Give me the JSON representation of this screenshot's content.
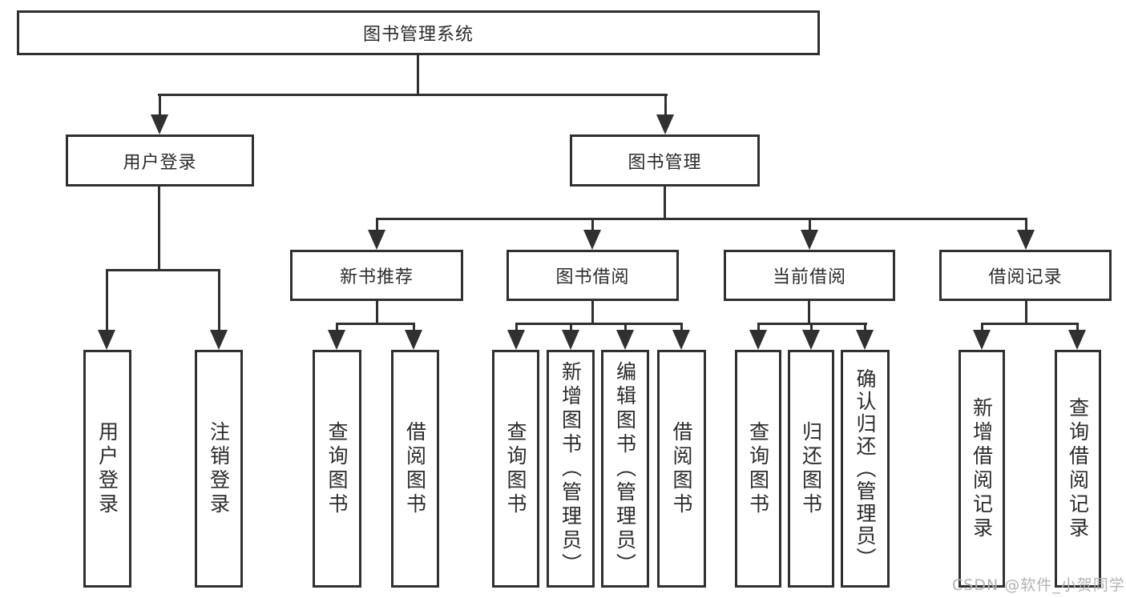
{
  "diagram_title": "图书管理系统",
  "watermark": "CSDN @软件_小贺同学",
  "colors": {
    "background": "#ffffff",
    "line": "#303030",
    "text": "#2b2b2b",
    "watermark": "#b2b2b2"
  },
  "tree": {
    "root": {
      "label": "图书管理系统"
    },
    "children": [
      {
        "label": "用户登录",
        "children": [
          {
            "label": "用户登录"
          },
          {
            "label": "注销登录"
          }
        ]
      },
      {
        "label": "图书管理",
        "children": [
          {
            "label": "新书推荐",
            "children": [
              {
                "label": "查询图书"
              },
              {
                "label": "借阅图书"
              }
            ]
          },
          {
            "label": "图书借阅",
            "children": [
              {
                "label": "查询图书"
              },
              {
                "label": "新增图书（管理员）"
              },
              {
                "label": "编辑图书（管理员）"
              },
              {
                "label": "借阅图书"
              }
            ]
          },
          {
            "label": "当前借阅",
            "children": [
              {
                "label": "查询图书"
              },
              {
                "label": "归还图书"
              },
              {
                "label": "确认归还（管理员）"
              }
            ]
          },
          {
            "label": "借阅记录",
            "children": [
              {
                "label": "新增借阅记录"
              },
              {
                "label": "查询借阅记录"
              }
            ]
          }
        ]
      }
    ]
  }
}
